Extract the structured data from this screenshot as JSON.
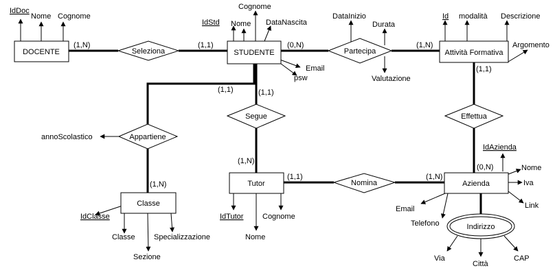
{
  "entities": {
    "docente": "DOCENTE",
    "studente": "STUDENTE",
    "attivita": "Attività Formativa",
    "tutor": "Tutor",
    "azienda": "Azienda",
    "classe": "Classe"
  },
  "relationships": {
    "seleziona": "Seleziona",
    "partecipa": "Partecipa",
    "segue": "Segue",
    "appartiene": "Appartiene",
    "effettua": "Effettua",
    "nomina": "Nomina"
  },
  "composite": {
    "indirizzo": "Indirizzo"
  },
  "attributes": {
    "docente": {
      "id": "IdDoc",
      "nome": "Nome",
      "cognome": "Cognome"
    },
    "studente": {
      "id": "IdStd",
      "nome": "Nome",
      "cognome": "Cognome",
      "data_nascita": "DataNascita",
      "email": "Email",
      "psw": "psw"
    },
    "partecipa": {
      "data_inizio": "DataInizio",
      "durata": "Durata",
      "valutazione": "Valutazione"
    },
    "attivita": {
      "id": "Id",
      "modalita": "modalità",
      "descrizione": "Descrizione",
      "argomento": "Argomento"
    },
    "appartiene": {
      "anno_scolastico": "annoScolastico"
    },
    "classe": {
      "id": "IdClasse",
      "classe": "Classe",
      "sezione": "Sezione",
      "specializzazione": "Specializzazione"
    },
    "tutor": {
      "id": "IdTutor",
      "cognome": "Cognome",
      "nome": "Nome"
    },
    "azienda": {
      "id": "IdAzienda",
      "nome": "Nome",
      "iva": "Iva",
      "link": "Link",
      "email": "Email",
      "telefono": "Telefono"
    },
    "indirizzo": {
      "via": "Via",
      "citta": "Città",
      "cap": "CAP"
    }
  },
  "cardinalities": {
    "docente_seleziona": "(1,N)",
    "studente_seleziona": "(1,1)",
    "studente_partecipa": "(0,N)",
    "attivita_partecipa": "(1,N)",
    "studente_appartiene": "(1,1)",
    "studente_segue": "(1,1)",
    "tutor_segue": "(1,N)",
    "classe_appartiene": "(1,N)",
    "attivita_effettua": "(1,1)",
    "azienda_effettua": "(0,N)",
    "tutor_nomina": "(1,1)",
    "azienda_nomina": "(1,N)"
  }
}
